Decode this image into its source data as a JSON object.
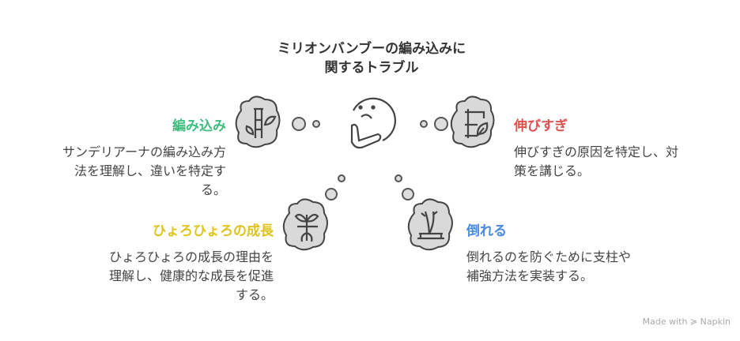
{
  "title_line1": "ミリオンバンブーの編み込みに",
  "title_line2": "関するトラブル",
  "items": [
    {
      "title": "編み込み",
      "desc": [
        "サンデリアーナの編み込み方",
        "法を理解し、違いを特定す",
        "る。"
      ],
      "color": "#3bbf7f",
      "icon": "bamboo-icon"
    },
    {
      "title": "伸びすぎ",
      "desc": [
        "伸びすぎの原因を特定し、対",
        "策を講じる。"
      ],
      "color": "#e04f4f",
      "icon": "trellis-leaf-icon"
    },
    {
      "title": "ひょろひょろの成長",
      "desc": [
        "ひょろひょろの成長の理由を",
        "理解し、健康的な成長を促進",
        "する。"
      ],
      "color": "#e0c31c",
      "icon": "seedling-roots-icon"
    },
    {
      "title": "倒れる",
      "desc": [
        "倒れるのを防ぐために支柱や",
        "補強方法を実装する。"
      ],
      "color": "#4a8ae6",
      "icon": "bonsai-icon"
    }
  ],
  "footer": "Made with ≽ Napkin"
}
